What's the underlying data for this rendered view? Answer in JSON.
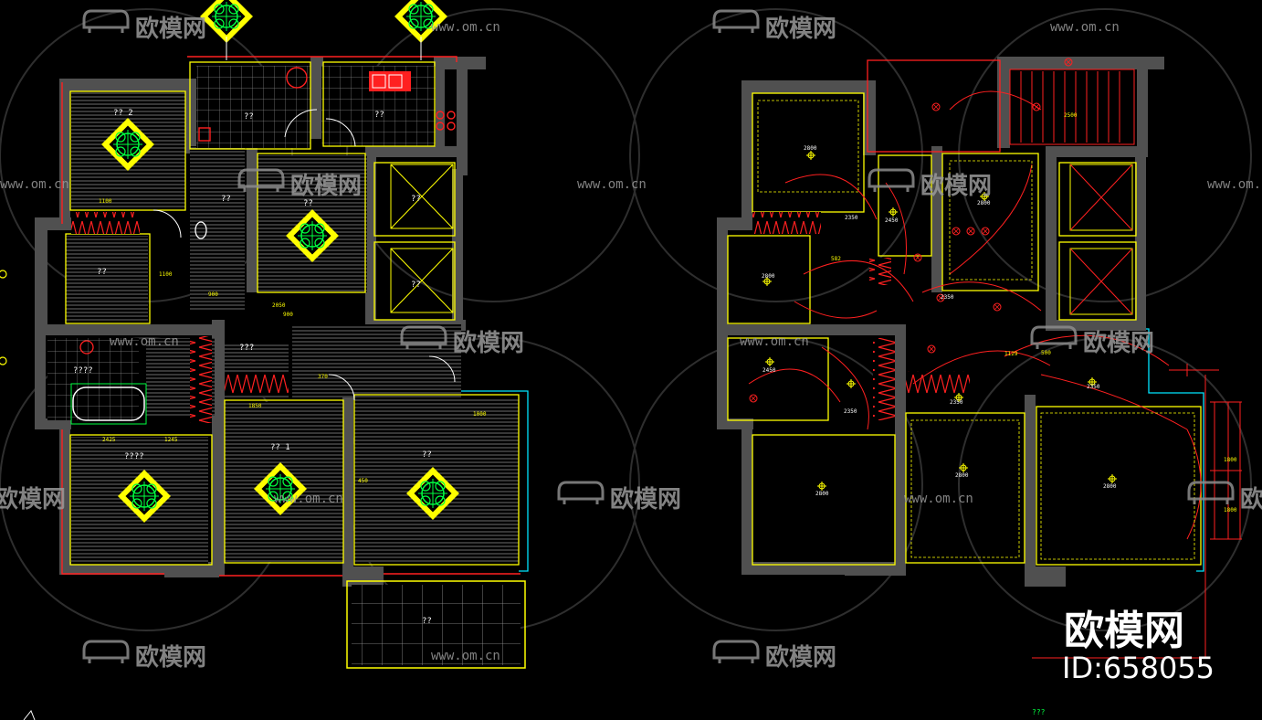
{
  "colors": {
    "background": "#000000",
    "wall": "#505050",
    "wall_hatch": "#7a7a7a",
    "red": "#ff2020",
    "yellow": "#ffff00",
    "green": "#00ff40",
    "cyan": "#00e5ff",
    "white": "#ffffff",
    "watermark": "#9a9a9a"
  },
  "watermark": {
    "brand": "欧模网",
    "url": "www.om.cn",
    "id_text": "ID:658055",
    "corner_brand": "欧模网"
  },
  "left_plan": {
    "room_labels": [
      "?? 2",
      "??",
      "??",
      "??",
      "??",
      "????",
      "???",
      "?? 1",
      "??",
      "??",
      "????",
      "??",
      "??",
      "??"
    ],
    "dimensions": [
      "1100",
      "2425",
      "1245",
      "1850",
      "2050",
      "1100",
      "900",
      "1000",
      "900",
      "370",
      "450"
    ]
  },
  "right_plan": {
    "ceiling_heights": [
      "2800",
      "2350",
      "2450",
      "2800",
      "2800",
      "2450",
      "2350",
      "2800",
      "2350",
      "2800",
      "2800",
      "2350",
      "2350"
    ],
    "dimensions": [
      "1129",
      "500",
      "582",
      "1800",
      "1800",
      "2500"
    ],
    "bottom_label": "???"
  },
  "icons": [
    "diamond-fixture-icon",
    "furniture-sofa-logo-icon",
    "marker-icon"
  ]
}
